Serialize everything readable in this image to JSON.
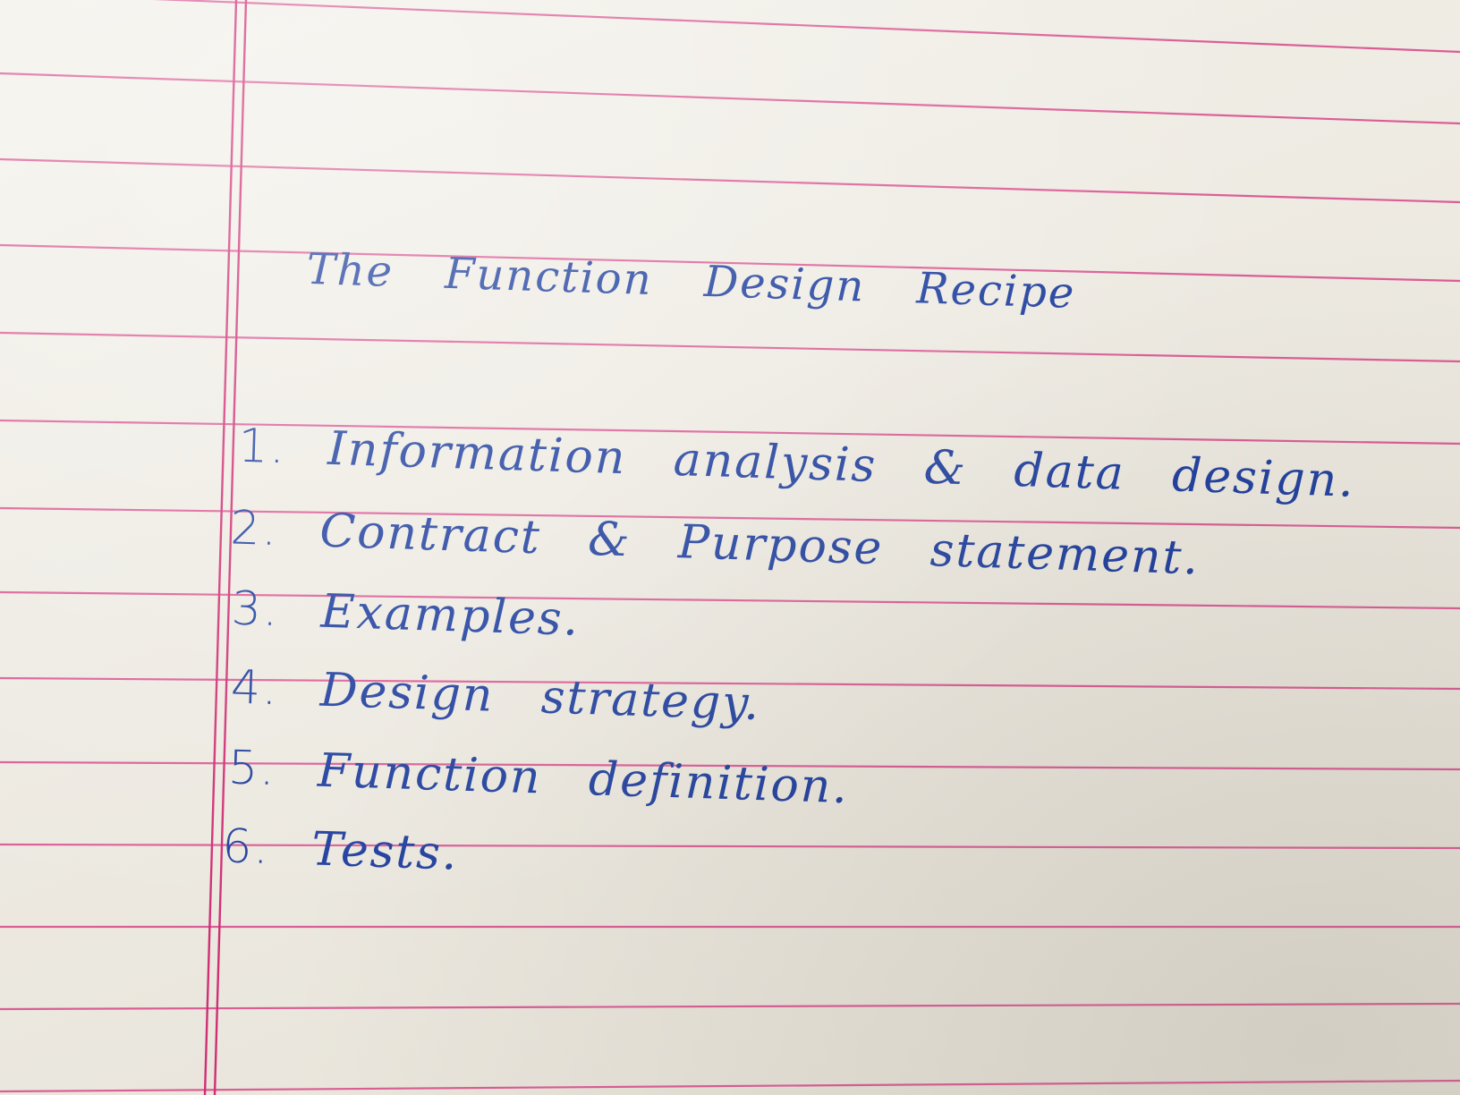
{
  "title": "The Function Design Recipe",
  "steps": [
    {
      "number": "1.",
      "text": "Information analysis & data design."
    },
    {
      "number": "2.",
      "text": "Contract & Purpose statement."
    },
    {
      "number": "3.",
      "text": "Examples."
    },
    {
      "number": "4.",
      "text": "Design strategy."
    },
    {
      "number": "5.",
      "text": "Function definition."
    },
    {
      "number": "6.",
      "text": "Tests."
    }
  ],
  "colors": {
    "ink": "#1f3f9e",
    "rule": "#d23c7a",
    "paper": "#f1eee6"
  }
}
